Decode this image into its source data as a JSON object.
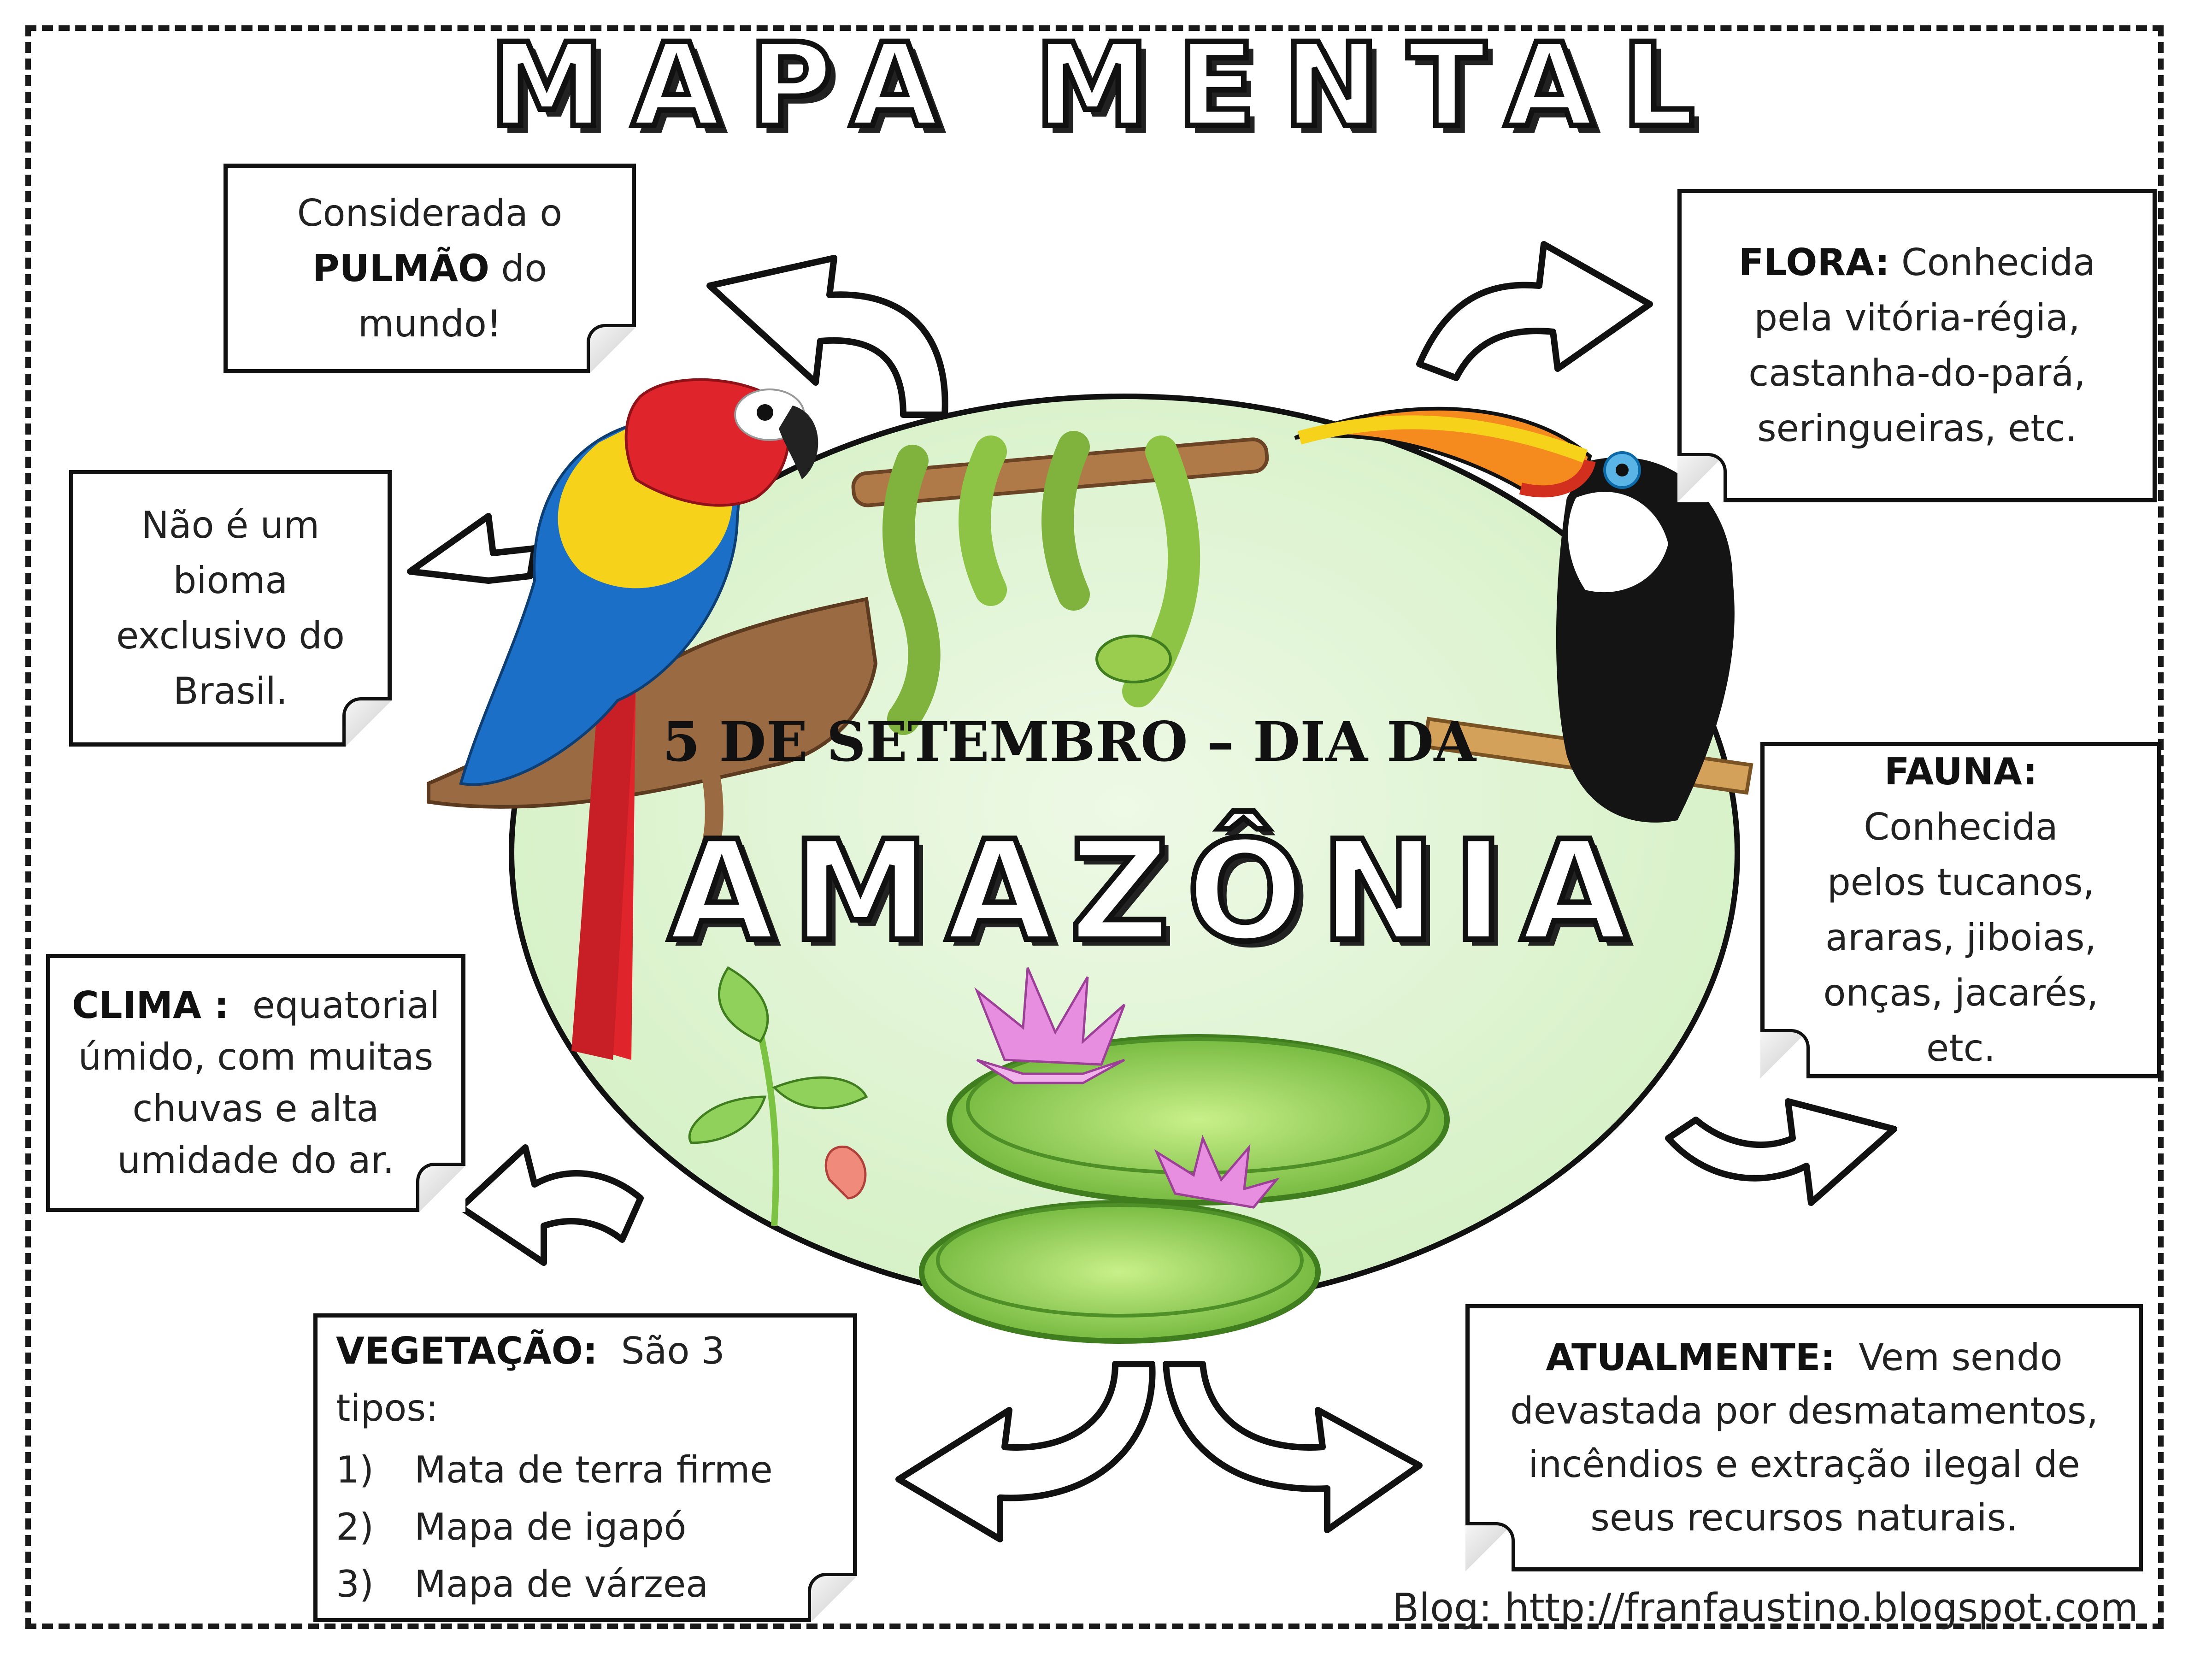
{
  "title": "MAPA MENTAL",
  "center": {
    "date_line": "5 DE SETEMBRO – DIA DA",
    "word": "AMAZÔNIA"
  },
  "notes": {
    "pulmao": {
      "pre": "Considerada o",
      "bold": "PULMÃO",
      "post": "do",
      "line3": "mundo!"
    },
    "bioma": {
      "lines": [
        "Não é um",
        "bioma",
        "exclusivo do",
        "Brasil."
      ]
    },
    "clima": {
      "bold": "CLIMA :",
      "line1_rest": "equatorial",
      "lines": [
        "úmido, com muitas",
        "chuvas e  alta",
        "umidade do ar."
      ]
    },
    "vegetacao": {
      "bold": "VEGETAÇÃO:",
      "line1_rest": "São 3 tipos:",
      "items": [
        {
          "num": "1)",
          "text": "Mata de terra firme"
        },
        {
          "num": "2)",
          "text": "Mapa de igapó"
        },
        {
          "num": "3)",
          "text": "Mapa de várzea"
        }
      ]
    },
    "flora": {
      "bold": "FLORA:",
      "line1_rest": "Conhecida",
      "lines": [
        "pela vitória-régia,",
        "castanha-do-pará,",
        "seringueiras,  etc."
      ]
    },
    "fauna": {
      "bold": "FAUNA:",
      "line1_rest": "Conhecida",
      "lines": [
        "pelos tucanos,",
        "araras, jiboias,",
        "onças, jacarés, etc."
      ]
    },
    "atualmente": {
      "bold": "ATUALMENTE:",
      "line1_rest": "Vem sendo",
      "lines": [
        "devastada por desmatamentos,",
        "incêndios e extração ilegal de",
        "seus recursos naturais."
      ]
    }
  },
  "blog": "Blog: http://franfaustino.blogspot.com",
  "colors": {
    "ellipse": "#d4f0c4",
    "leaf": "#7cc243",
    "leaf_dark": "#3f7d1e",
    "flower": "#e88ee0",
    "macaw_red": "#e0242b",
    "macaw_blue": "#1b6fc6",
    "macaw_yellow": "#f6d21a",
    "toucan_orange": "#f58b1f",
    "snake": "#9acd4e",
    "branch": "#a0714a"
  },
  "icons": [
    "curved-arrow-icon",
    "macaw-icon",
    "toucan-icon",
    "snake-icon",
    "water-lily-icon",
    "lotus-flower-icon"
  ]
}
